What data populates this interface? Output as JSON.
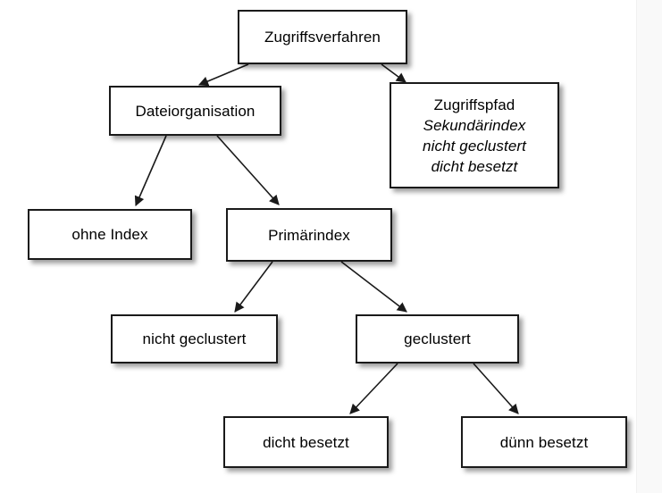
{
  "diagram": {
    "title_text": "Zugriffsverfahren",
    "background_color": "#ffffff",
    "node_fill": "#ffffff",
    "node_border": "#1a1a1a",
    "text_color": "#000000",
    "edge_color": "#1a1a1a",
    "nodes": [
      {
        "id": "zugriffsverfahren",
        "lines": [
          {
            "text": "Zugriffsverfahren",
            "style": "normal"
          }
        ]
      },
      {
        "id": "dateiorganisation",
        "lines": [
          {
            "text": "Dateiorganisation",
            "style": "normal"
          }
        ]
      },
      {
        "id": "zugriffspfad",
        "lines": [
          {
            "text": "Zugriffspfad",
            "style": "normal"
          },
          {
            "text": "Sekundärindex",
            "style": "italic"
          },
          {
            "text": "nicht geclustert",
            "style": "italic"
          },
          {
            "text": "dicht besetzt",
            "style": "italic"
          }
        ]
      },
      {
        "id": "ohne-index",
        "lines": [
          {
            "text": "ohne Index",
            "style": "normal"
          }
        ]
      },
      {
        "id": "primaerindex",
        "lines": [
          {
            "text": "Primärindex",
            "style": "normal"
          }
        ]
      },
      {
        "id": "nicht-geclustert",
        "lines": [
          {
            "text": "nicht geclustert",
            "style": "normal"
          }
        ]
      },
      {
        "id": "geclustert",
        "lines": [
          {
            "text": "geclustert",
            "style": "normal"
          }
        ]
      },
      {
        "id": "dicht-besetzt",
        "lines": [
          {
            "text": "dicht besetzt",
            "style": "normal"
          }
        ]
      },
      {
        "id": "duenn-besetzt",
        "lines": [
          {
            "text": "dünn besetzt",
            "style": "normal"
          }
        ]
      }
    ],
    "edges": [
      {
        "from": "zugriffsverfahren",
        "to": "dateiorganisation"
      },
      {
        "from": "zugriffsverfahren",
        "to": "zugriffspfad"
      },
      {
        "from": "dateiorganisation",
        "to": "ohne-index"
      },
      {
        "from": "dateiorganisation",
        "to": "primaerindex"
      },
      {
        "from": "primaerindex",
        "to": "nicht-geclustert"
      },
      {
        "from": "primaerindex",
        "to": "geclustert"
      },
      {
        "from": "geclustert",
        "to": "dicht-besetzt"
      },
      {
        "from": "geclustert",
        "to": "duenn-besetzt"
      }
    ]
  }
}
